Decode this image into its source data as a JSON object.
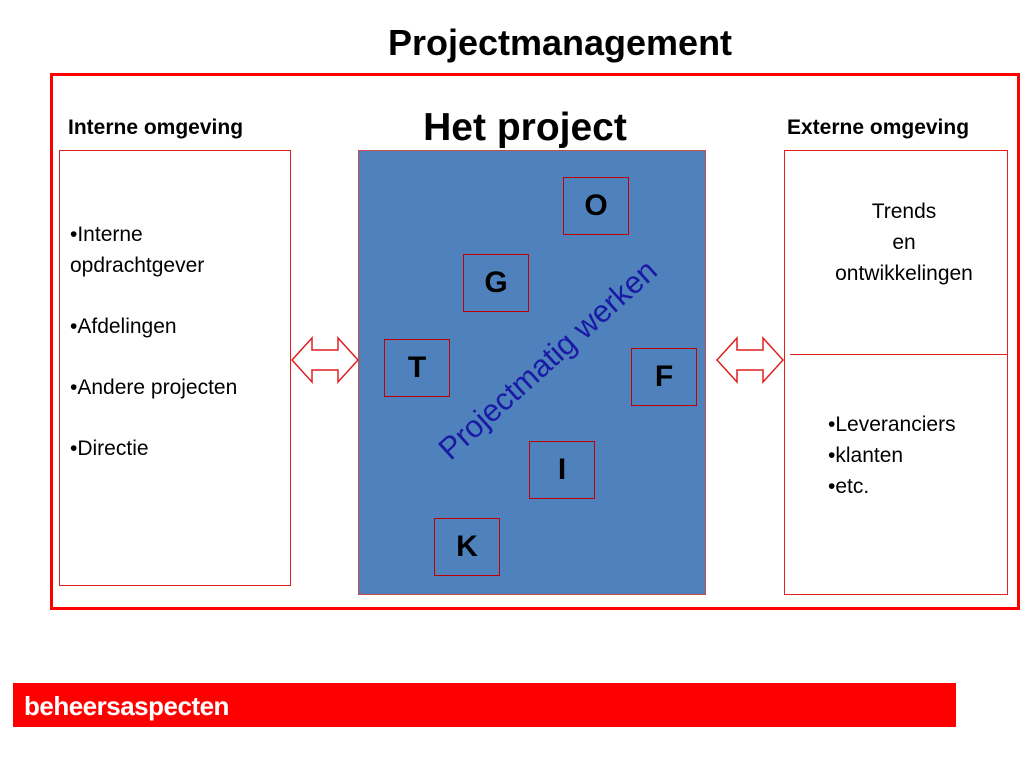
{
  "title": "Projectmanagement",
  "internal": {
    "heading": "Interne omgeving",
    "items": [
      "•Interne",
      "opdrachtgever",
      "•Afdelingen",
      "•Andere projecten",
      "•Directie"
    ]
  },
  "project": {
    "heading": "Het project",
    "letters": [
      "O",
      "G",
      "T",
      "F",
      "I",
      "K"
    ],
    "diagonal_text": "Projectmatig werken",
    "color": "#4f81bd"
  },
  "external": {
    "heading": "Externe omgeving",
    "trends": [
      "Trends",
      "en",
      "ontwikkelingen"
    ],
    "items": [
      "•Leveranciers",
      "•klanten",
      "•etc."
    ]
  },
  "footer": {
    "label": "beheersaspecten",
    "color": "#ff0000"
  },
  "icons": [
    "double-arrow-icon"
  ]
}
